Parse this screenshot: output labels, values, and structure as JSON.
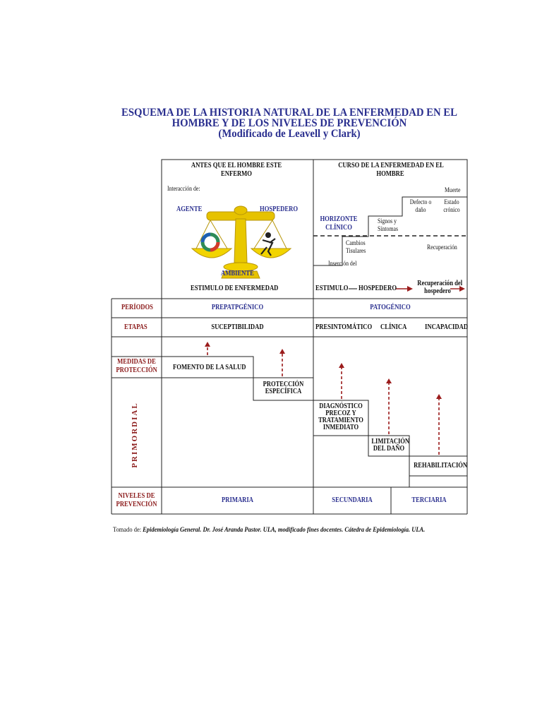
{
  "title": {
    "line1": "ESQUEMA DE LA HISTORIA NATURAL DE LA ENFERMEDAD EN EL",
    "line2": "HOMBRE Y DE LOS NIVELES DE PREVENCIÓN",
    "line3": "(Modificado de Leavell y Clark)"
  },
  "prepathogenic": {
    "header_line1": "ANTES QUE EL HOMBRE ESTE",
    "header_line2": "ENFERMO",
    "interaction": "Interacción de:",
    "agent": "AGENTE",
    "host": "HOSPEDERO",
    "environment": "AMBIENTE",
    "stimulus": "ESTIMULO DE ENFERMEDAD"
  },
  "pathogenic": {
    "header_line1": "CURSO DE LA ENFERMEDAD EN EL",
    "header_line2": "HOMBRE",
    "clinical_horizon_line1": "HORIZONTE",
    "clinical_horizon_line2": "CLÍNICO",
    "death": "Muerte",
    "defect_line1": "Defecto o",
    "defect_line2": "daño",
    "chronic_line1": "Estado",
    "chronic_line2": "crónico",
    "signs_line1": "Signos y",
    "signs_line2": "Síntomas",
    "tissue_line1": "Cambios",
    "tissue_line2": "Tisulares",
    "insertion": "Inserción del",
    "recovery": "Recuperación",
    "stimulus": "ESTIMULO",
    "host": "HOSPEDERO",
    "host_recovery_line1": "Recuperación del",
    "host_recovery_line2": "hospedero"
  },
  "rows": {
    "periods": {
      "label": "PERÍODOS",
      "prepathogenic": "PREPATPGÉNICO",
      "pathogenic": "PATOGÉNICO"
    },
    "stages": {
      "label": "ETAPAS",
      "susceptibility": "SUCEPTIBILIDAD",
      "presymptomatic": "PRESINTOMÁTICO",
      "clinical": "CLÍNICA",
      "disability": "INCAPACIDAD"
    },
    "protection": {
      "label_line1": "MEDIDAS DE",
      "label_line2": "PROTECCIÓN",
      "primordial": "PRIMORDIAL",
      "health_promotion": "FOMENTO DE LA SALUD",
      "specific_line1": "PROTECCIÓN",
      "specific_line2": "ESPECÍFICA",
      "diag_line1": "DIAGNÓSTICO",
      "diag_line2": "PRECOZ Y",
      "diag_line3": "TRATAMIENTO",
      "diag_line4": "INMEDIATO",
      "limit_line1": "LIMITACIÓN",
      "limit_line2": "DEL DAÑO",
      "rehab": "REHABILITACIÓN"
    },
    "levels": {
      "label_line1": "NIVELES DE",
      "label_line2": "PREVENCIÓN",
      "primary": "PRIMARIA",
      "secondary": "SECUNDARIA",
      "tertiary": "TERCIARIA"
    }
  },
  "footer": {
    "prefix": "Tomado de:",
    "source": "Epidemiología General. Dr. José Aranda Pastor. ULA, modificado fines docentes. Cátedra de Epidemiología. ULA."
  },
  "colors": {
    "title": "#2a2f8f",
    "labels_red": "#8b1a1a",
    "labels_blue": "#2a2f8f",
    "scale_gold": "#e6c200"
  }
}
